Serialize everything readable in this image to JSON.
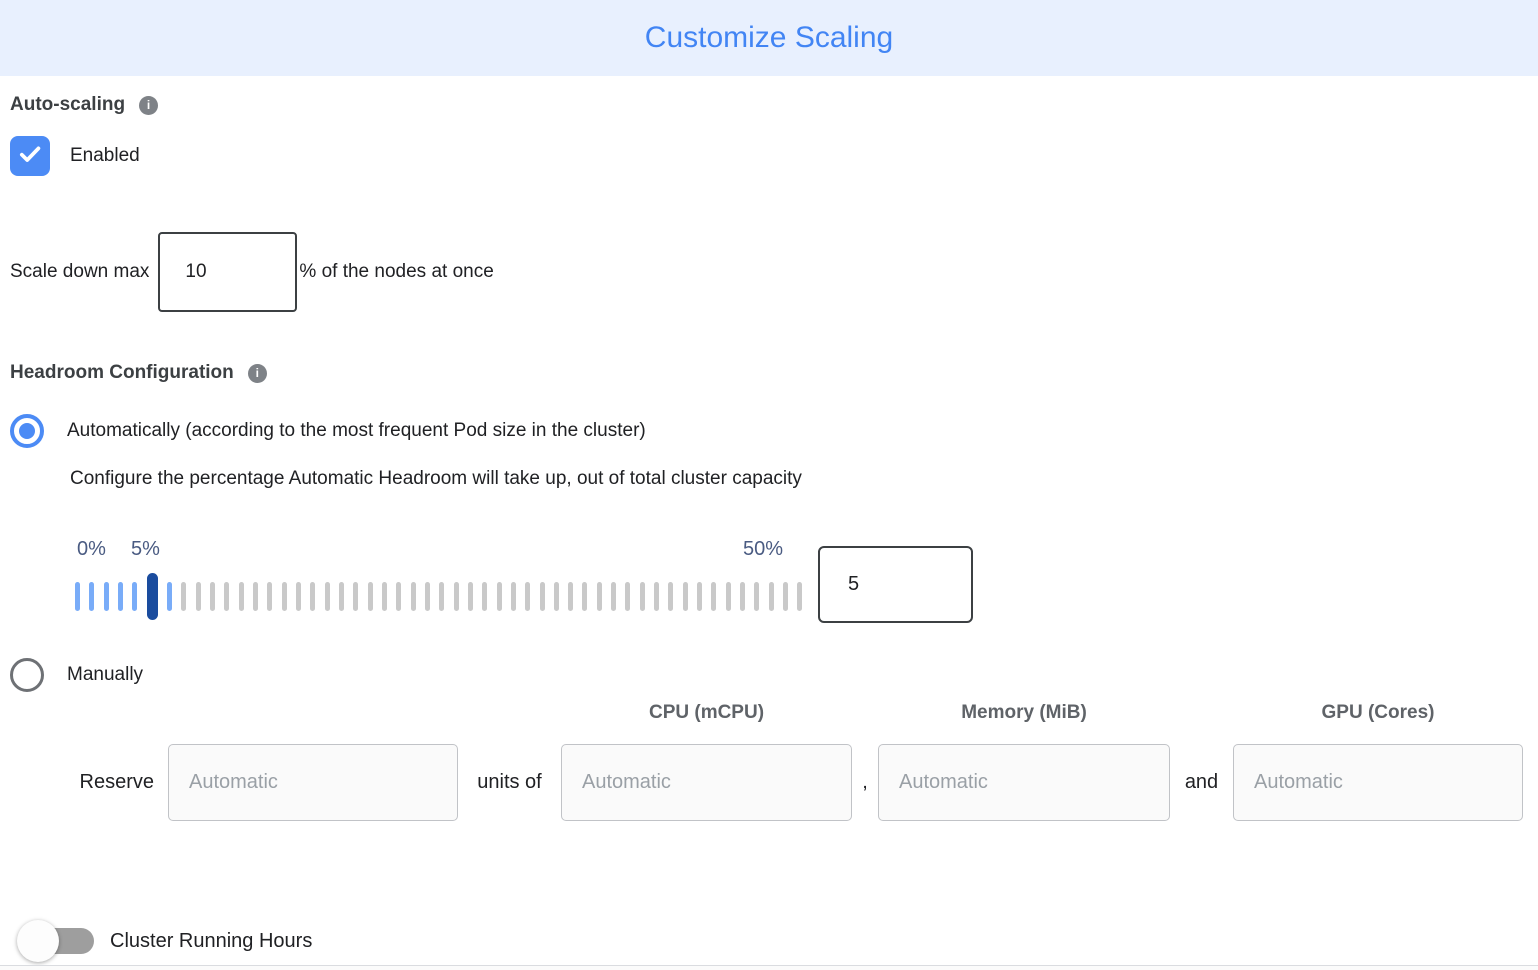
{
  "header": {
    "title": "Customize Scaling"
  },
  "colors": {
    "accent_blue": "#4285F4",
    "control_blue": "#4C8BF5",
    "header_bg": "#E8F0FE",
    "slider_handle": "#1A4C9E",
    "slider_tick_blue": "#79ACF8",
    "slider_tick_gray": "#C9C9C9",
    "slider_label": "#4A5B82"
  },
  "auto_scaling": {
    "label": "Auto-scaling",
    "enabled_label": "Enabled",
    "enabled_checked": true
  },
  "scale_down": {
    "prefix": "Scale down max",
    "value": "10",
    "suffix": "% of the nodes at once"
  },
  "headroom": {
    "label": "Headroom Configuration",
    "automatic": {
      "selected": true,
      "label": "Automatically (according to the most frequent Pod size in the cluster)",
      "description": "Configure the percentage Automatic Headroom will take up, out of total cluster capacity",
      "slider": {
        "min_label": "0%",
        "current_label": "5%",
        "max_label": "50%",
        "tick_count": 51,
        "handle_index": 5,
        "blue_ticks": [
          0,
          1,
          2,
          3,
          4,
          6
        ],
        "value": "5"
      }
    },
    "manual": {
      "selected": false,
      "label": "Manually",
      "columns": [
        "CPU (mCPU)",
        "Memory (MiB)",
        "GPU (Cores)"
      ],
      "reserve_label": "Reserve",
      "units_of_label": "units of",
      "comma_label": ",",
      "and_label": "and",
      "placeholders": [
        "Automatic",
        "Automatic",
        "Automatic",
        "Automatic"
      ]
    }
  },
  "cluster_running_hours": {
    "label": "Cluster Running Hours",
    "enabled": false
  }
}
